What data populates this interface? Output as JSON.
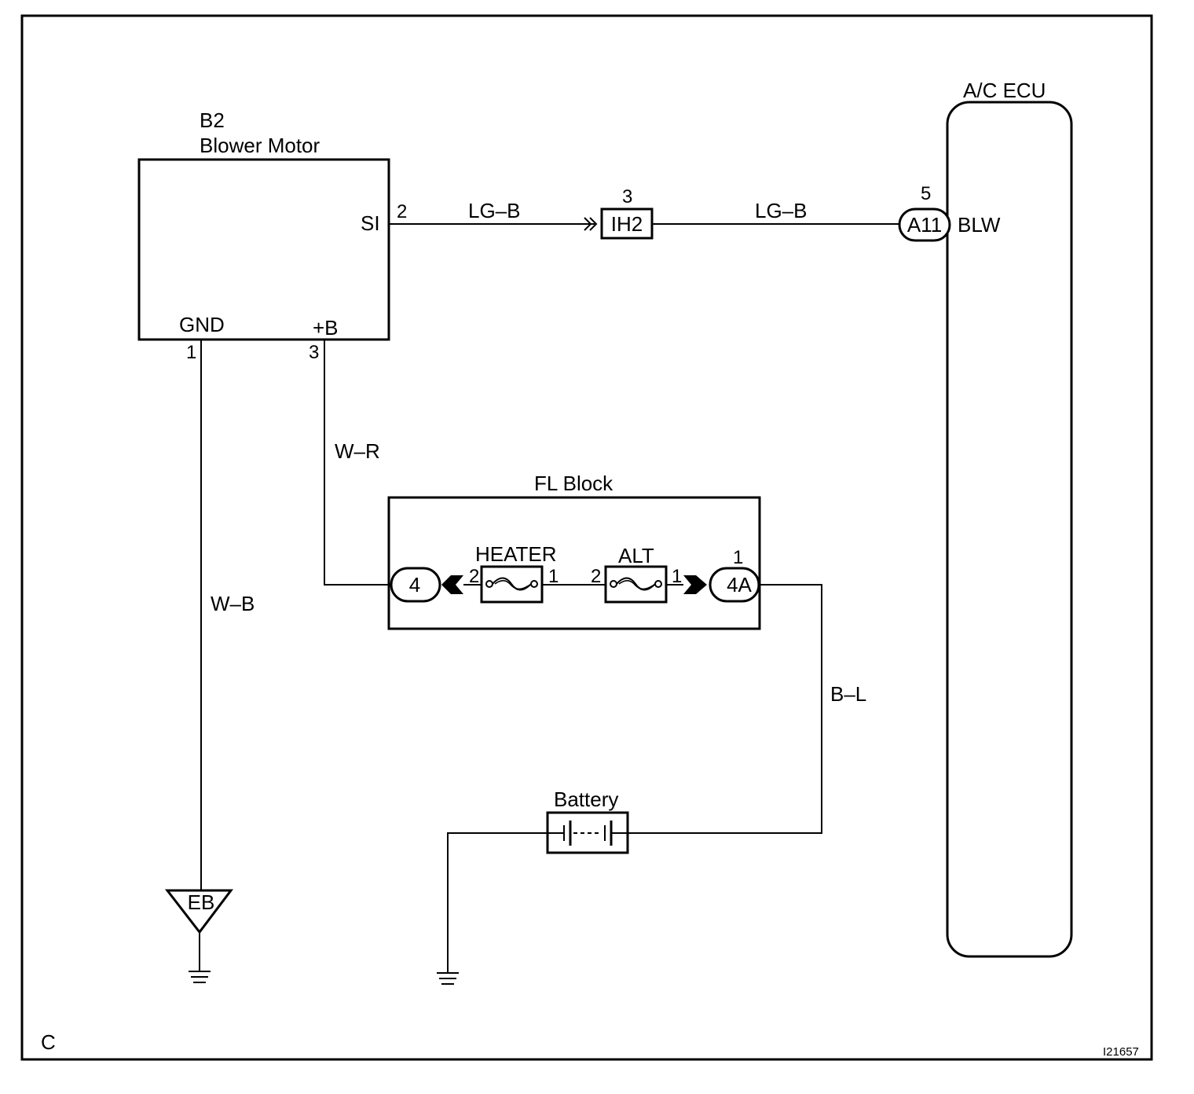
{
  "colors": {
    "line": "#000000",
    "background": "#ffffff"
  },
  "blower_motor": {
    "ref": "B2",
    "name": "Blower Motor",
    "terminal_si": "SI",
    "terminal_gnd": "GND",
    "terminal_b": "+B",
    "pin_si": "2",
    "pin_gnd": "1",
    "pin_b": "3"
  },
  "wires": {
    "si_to_ih2": "LG–B",
    "ih2_to_ecu": "LG–B",
    "b_to_fl": "W–R",
    "gnd_to_eb": "W–B",
    "fl_to_battery": "B–L"
  },
  "junction_ih2": {
    "label": "IH2",
    "pin": "3"
  },
  "ac_ecu": {
    "title": "A/C ECU",
    "connector": "A11",
    "pin": "5",
    "terminal": "BLW"
  },
  "fl_block": {
    "title": "FL Block",
    "connector_left": "4",
    "connector_right": "4A",
    "connector_right_pin": "1",
    "heater": {
      "label": "HEATER",
      "pin_left": "2",
      "pin_right": "1"
    },
    "alt": {
      "label": "ALT",
      "pin_left": "2",
      "pin_right": "1"
    }
  },
  "battery": {
    "label": "Battery"
  },
  "ground_point": {
    "label": "EB"
  },
  "footer": {
    "left_mark": "C",
    "figure_id": "I21657"
  }
}
